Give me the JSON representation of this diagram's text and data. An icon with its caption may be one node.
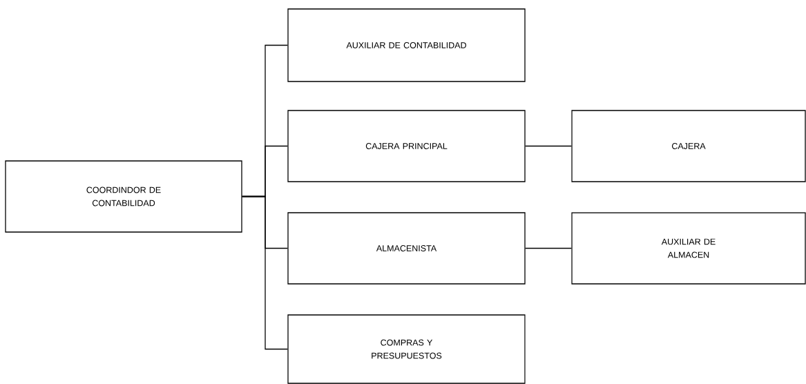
{
  "diagram": {
    "nodes": [
      {
        "text": [
          "COORDINDOR DE CONTABILIDAD"
        ]
      },
      {
        "text": [
          "AUXILIAR DE CONTABILIDAD"
        ]
      },
      {
        "text": [
          "CAJERA PRINCIPAL"
        ]
      },
      {
        "text": [
          "ALMACENISTA"
        ]
      },
      {
        "text": [
          "COMPRAS Y PRESUPUESTOS"
        ]
      },
      {
        "text": [
          "CAJERA"
        ]
      },
      {
        "text": [
          "AUXILIAR DE ALMACEN"
        ]
      }
    ],
    "edges": [
      {
        "from": 0,
        "to": 1,
        "arrow": "none"
      },
      {
        "from": 0,
        "to": 2,
        "arrow": "none"
      },
      {
        "from": 0,
        "to": 3,
        "arrow": "none"
      },
      {
        "from": 0,
        "to": 4,
        "arrow": "none"
      },
      {
        "from": 2,
        "to": 5,
        "arrow": "none"
      },
      {
        "from": 3,
        "to": 6,
        "arrow": "none"
      }
    ]
  }
}
